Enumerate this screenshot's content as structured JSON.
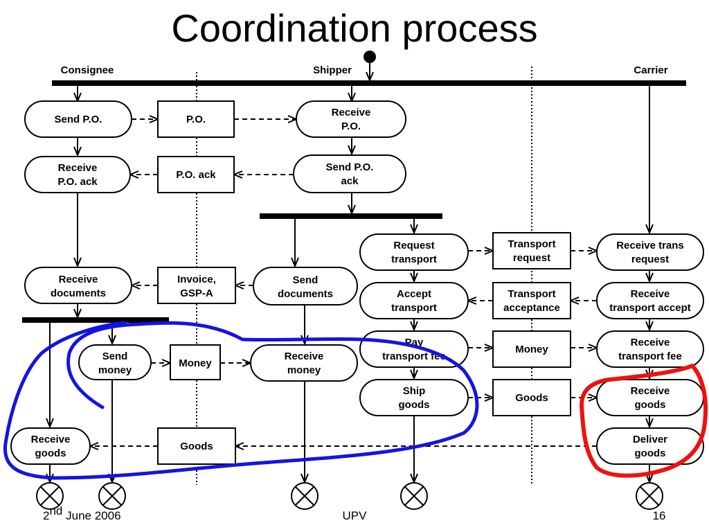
{
  "slide": {
    "title": "Coordination process",
    "footer": {
      "date_main": "2",
      "date_sup": "nd",
      "date_rest": " June 2006",
      "center": "UPV",
      "page": "16"
    }
  },
  "lanes": {
    "consignee": "Consignee",
    "shipper": "Shipper",
    "carrier": "Carrier"
  },
  "activities": {
    "send_po": [
      "Send P.O."
    ],
    "receive_po_ack": [
      "Receive",
      "P.O. ack"
    ],
    "receive_documents": [
      "Receive",
      "documents"
    ],
    "send_money": [
      "Send",
      "money"
    ],
    "receive_goods_consignee": [
      "Receive",
      "goods"
    ],
    "receive_po": [
      "Receive",
      "P.O."
    ],
    "send_po_ack": [
      "Send P.O.",
      "ack"
    ],
    "send_documents": [
      "Send",
      "documents"
    ],
    "receive_money": [
      "Receive",
      "money"
    ],
    "request_transport": [
      "Request",
      "transport"
    ],
    "accept_transport": [
      "Accept",
      "transport"
    ],
    "pay_transport_fee": [
      "Pay",
      "transport fee"
    ],
    "ship_goods": [
      "Ship",
      "goods"
    ],
    "receive_trans_request": [
      "Receive trans",
      "request"
    ],
    "receive_transport_accept": [
      "Receive",
      "transport accept"
    ],
    "receive_transport_fee": [
      "Receive",
      "transport fee"
    ],
    "receive_goods_carrier": [
      "Receive",
      "goods"
    ],
    "deliver_goods": [
      "Deliver",
      "goods"
    ]
  },
  "objects": {
    "po": [
      "P.O."
    ],
    "po_ack": [
      "P.O. ack"
    ],
    "invoice_gsp": [
      "Invoice,",
      "GSP-A"
    ],
    "money_consignee": [
      "Money"
    ],
    "goods_consignee": [
      "Goods"
    ],
    "transport_request": [
      "Transport",
      "request"
    ],
    "transport_acceptance": [
      "Transport",
      "acceptance"
    ],
    "money_carrier": [
      "Money"
    ],
    "goods_carrier": [
      "Goods"
    ]
  },
  "colors": {
    "ink": "#000000",
    "blue_annotation": "#1414e0",
    "red_annotation": "#ee1111"
  }
}
